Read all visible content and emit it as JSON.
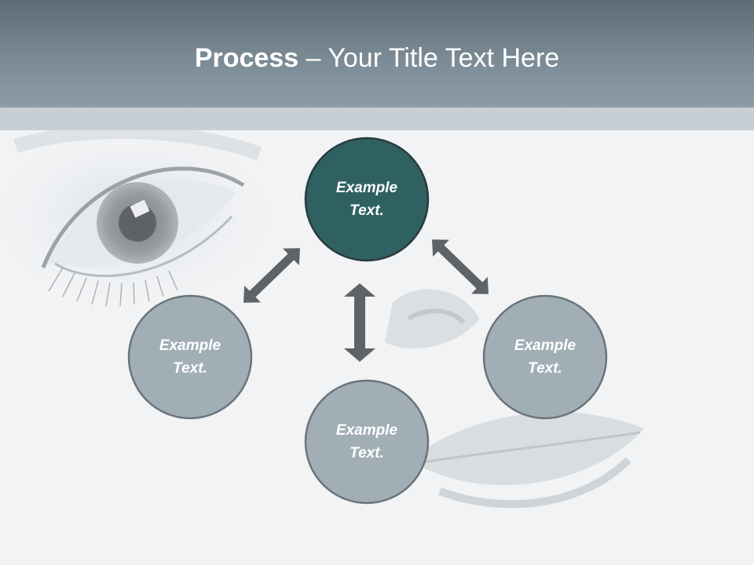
{
  "header": {
    "title_strong": "Process",
    "title_rest": " – Your Title Text Here"
  },
  "diagram": {
    "nodes": [
      {
        "label": "Example\nText.",
        "role": "center-top",
        "color": "#2f6163"
      },
      {
        "label": "Example\nText.",
        "role": "left",
        "color": "#a2aeb6"
      },
      {
        "label": "Example\nText.",
        "role": "bottom",
        "color": "#a2aeb6"
      },
      {
        "label": "Example\nText.",
        "role": "right",
        "color": "#a2aeb6"
      }
    ],
    "arrows": [
      "top-left",
      "top-bottom",
      "top-right"
    ],
    "colors": {
      "node_stroke": "#6a747a",
      "arrow": "#5f6366",
      "header": "#6f7f89",
      "strip": "#c8cfd4",
      "background": "#f1f3f5"
    }
  },
  "background_image": {
    "icon": "face-closeup-photo"
  }
}
